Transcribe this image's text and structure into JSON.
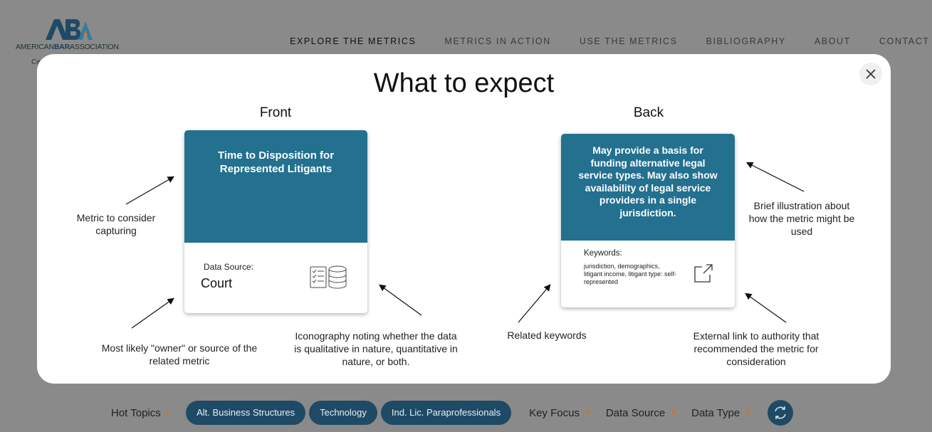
{
  "header": {
    "logo": {
      "mark": "ABA",
      "text_a": "AMERICAN",
      "text_b": "BAR",
      "text_c": "ASSOCIATION",
      "sub": "Ce"
    },
    "nav": [
      {
        "label": "EXPLORE THE METRICS"
      },
      {
        "label": "METRICS IN ACTION"
      },
      {
        "label": "USE THE METRICS"
      },
      {
        "label": "BIBLIOGRAPHY"
      },
      {
        "label": "ABOUT"
      },
      {
        "label": "CONTACT"
      }
    ]
  },
  "filters": {
    "hot_topics": "Hot Topics",
    "pills": [
      "Alt. Business Structures",
      "Technology",
      "Ind. Lic. Paraprofessionals"
    ],
    "dropdowns": [
      "Key Focus",
      "Data Source",
      "Data Type"
    ]
  },
  "modal": {
    "title": "What to expect",
    "front_label": "Front",
    "back_label": "Back",
    "front_card": {
      "title": "Time to Disposition for Represented Litigants",
      "source_label": "Data Source:",
      "source_value": "Court"
    },
    "back_card": {
      "text": "May provide a basis for funding alternative legal service types. May also show availability of legal service providers in a single jurisdiction.",
      "keywords_label": "Keywords:",
      "keywords_value": "jurisdiction, demographics, litigant income, litigant type: self-represented"
    },
    "annotations": {
      "metric": "Metric to consider capturing",
      "owner": "Most likely \"owner\" or source of the related metric",
      "iconography": "Iconography noting whether the data is qualitative in nature, quantitative in nature, or both.",
      "keywords": "Related keywords",
      "illustration": "Brief illustration about how the metric might be used",
      "external": "External link to authority that recommended the metric for consideration"
    }
  },
  "colors": {
    "card_blue": "#23708f",
    "pill_navy": "#1f4a66",
    "accent_orange": "#d8711c"
  }
}
